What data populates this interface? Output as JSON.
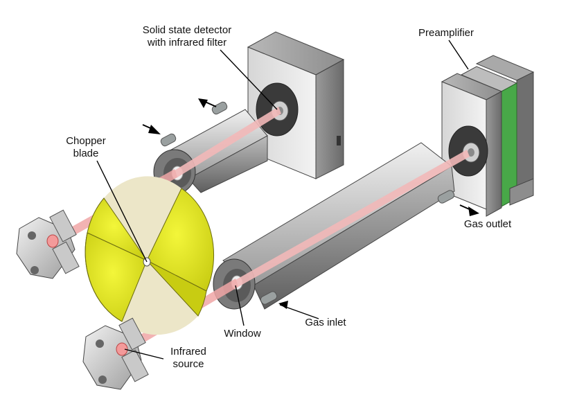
{
  "labels": {
    "detector_line1": "Solid state detector",
    "detector_line2": "with infrared filter",
    "preamplifier": "Preamplifier",
    "chopper_line1": "Chopper",
    "chopper_line2": "blade",
    "gas_outlet": "Gas outlet",
    "gas_inlet": "Gas inlet",
    "window": "Window",
    "source_line1": "Infrared",
    "source_line2": "source"
  },
  "colors": {
    "beam": "#f0a6a6",
    "beam_core": "#e88c8c",
    "chopper": "#e4e81a",
    "chopper_shadow": "#b9bd10",
    "blade_open": "#ece6c8",
    "metal_light": "#dcdcdc",
    "metal_mid": "#a9a9a9",
    "metal_dark": "#6f6f6f",
    "pcb": "#48a848"
  }
}
